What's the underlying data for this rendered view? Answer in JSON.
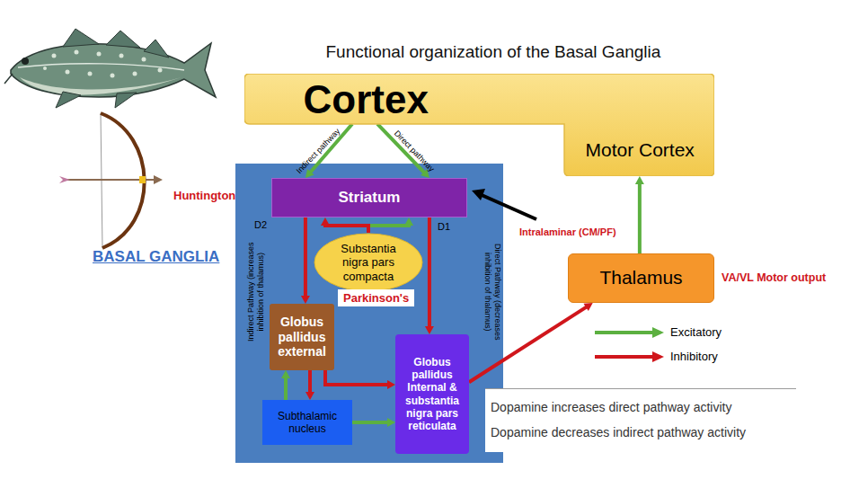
{
  "diagram": {
    "title": "Functional organization of the Basal Ganglia",
    "nodes": [
      {
        "text": [
          "Cortex",
          "Motor Cortex"
        ]
      },
      {
        "text": [
          "Indirect Pathway (increases inhibition of thalamus)",
          "Direct Pathway (decreases inhibition of thalamus)"
        ]
      },
      {
        "text": [
          "Striatum"
        ],
        "in": 1
      },
      {
        "text": [
          "Substantia nigra pars compacta"
        ],
        "in": 1
      },
      {
        "text": [
          "Globus pallidus external"
        ],
        "in": 1
      },
      {
        "text": [
          "Subthalamic nucleus"
        ],
        "in": 1
      },
      {
        "text": [
          "Globus pallidus Internal & substantia nigra pars reticulata"
        ],
        "in": 1
      },
      {
        "text": [
          "Thalamus"
        ]
      }
    ],
    "edges": [
      {
        "from": 0,
        "to": 2,
        "arrow": "to",
        "label": "Indirect pathway"
      },
      {
        "from": 0,
        "to": 2,
        "arrow": "to",
        "label": "Direct pathway"
      },
      {
        "from": 3,
        "to": 2,
        "arrow": "to"
      },
      {
        "from": 3,
        "to": 2,
        "arrow": "to"
      },
      {
        "from": 2,
        "to": 4,
        "arrow": "to"
      },
      {
        "from": 2,
        "to": 6,
        "arrow": "to"
      },
      {
        "from": 4,
        "to": 5,
        "arrow": "to"
      },
      {
        "from": 5,
        "to": 4,
        "arrow": "to"
      },
      {
        "from": 4,
        "to": 6,
        "arrow": "to"
      },
      {
        "from": 5,
        "to": 6,
        "arrow": "to"
      },
      {
        "from": 6,
        "to": 7,
        "arrow": "to"
      },
      {
        "from": 7,
        "to": 0,
        "arrow": "to"
      }
    ],
    "labels": [
      "Huntington",
      "BASAL GANGLIA",
      "Intralaminar (CM/PF)",
      "D2",
      "D1",
      "Parkinson's",
      "VA/VL Motor output",
      "Dopamine increases direct pathway activity",
      "Dopamine decreases indirect pathway activity"
    ],
    "legend": [
      {
        "text": "Excitatory",
        "color": "#5cb040"
      },
      {
        "text": "Inhibitory",
        "color": "#d0161c"
      }
    ]
  }
}
